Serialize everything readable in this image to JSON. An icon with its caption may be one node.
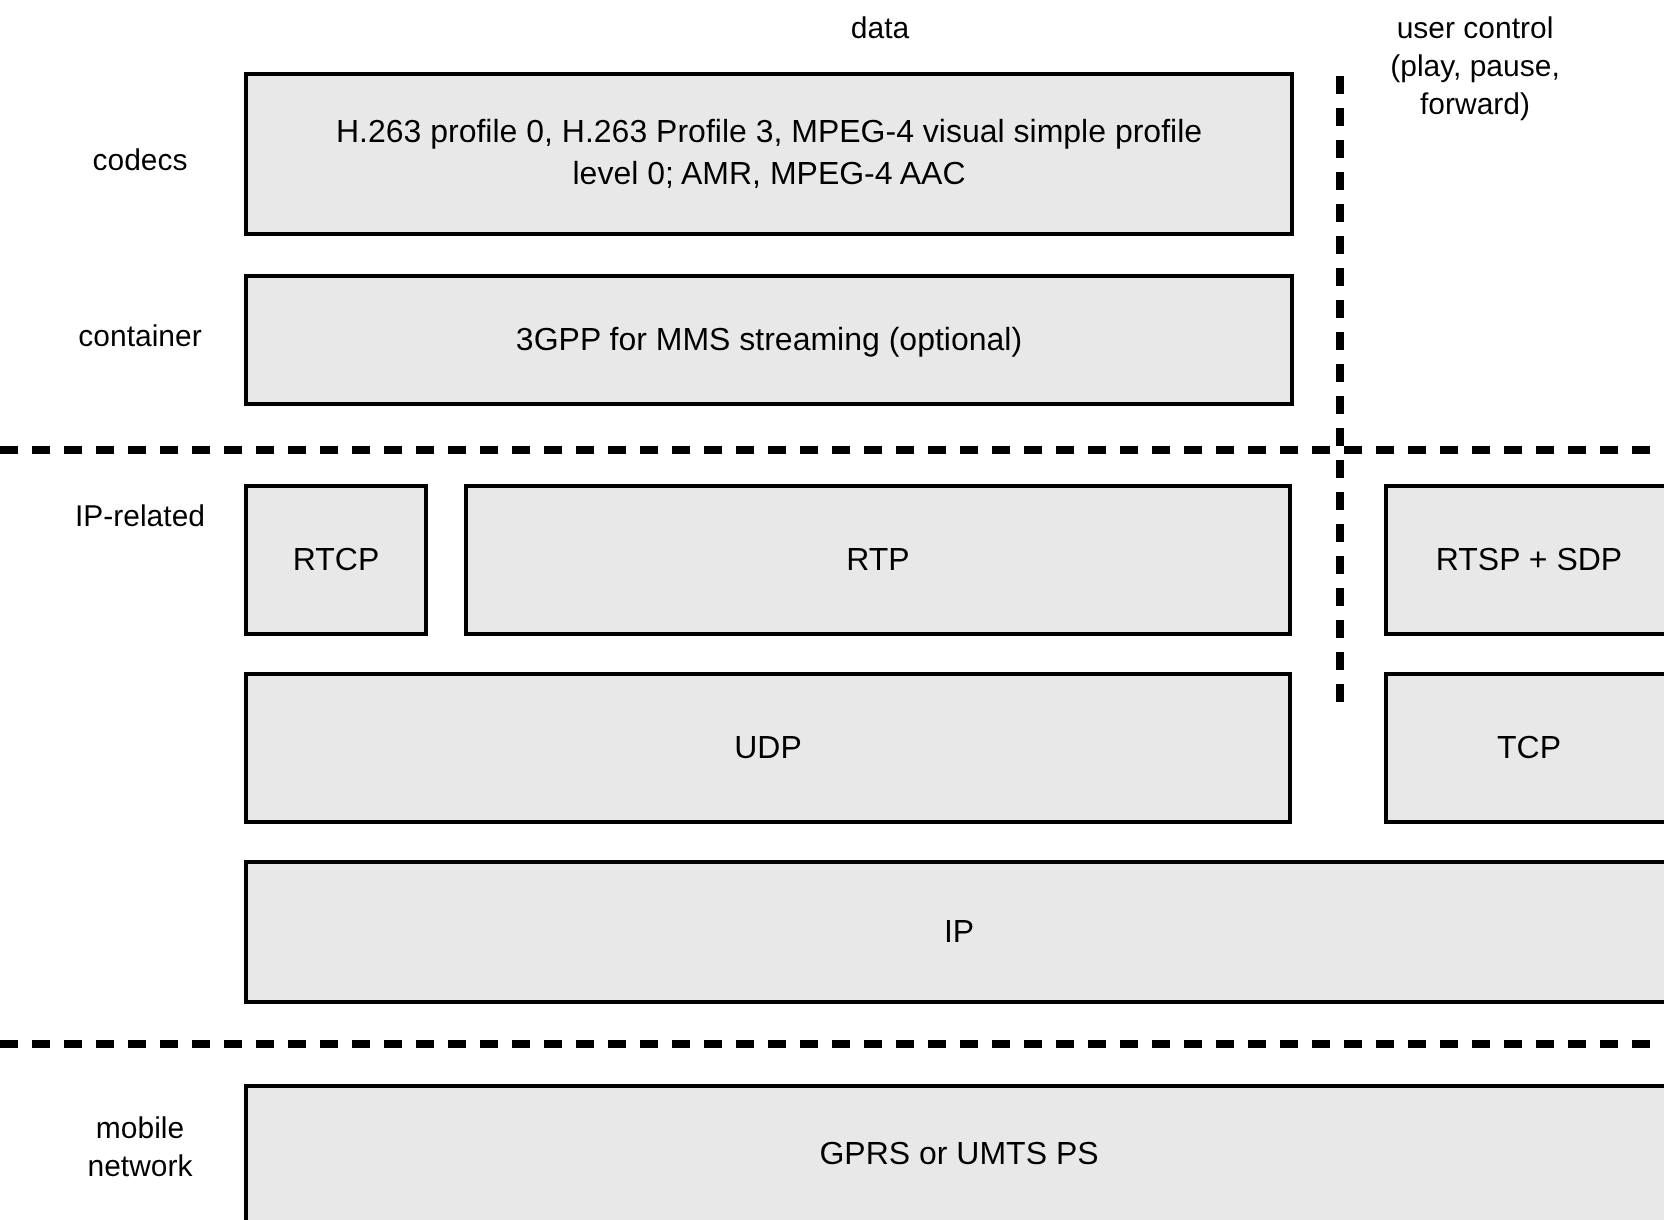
{
  "diagram": {
    "nodes": [
      {
        "text": [
          "H.263 profile 0, H.263 Profile 3, MPEG-4 visual simple profile level 0; AMR, MPEG-4 AAC"
        ]
      },
      {
        "text": [
          "3GPP for MMS streaming (optional)"
        ]
      },
      {
        "text": [
          "RTCP"
        ]
      },
      {
        "text": [
          "RTP"
        ]
      },
      {
        "text": [
          "RTSP + SDP"
        ]
      },
      {
        "text": [
          "UDP"
        ]
      },
      {
        "text": [
          "TCP"
        ]
      },
      {
        "text": [
          "IP"
        ]
      },
      {
        "text": [
          "GPRS or UMTS PS"
        ]
      }
    ],
    "edges": [],
    "labels": [
      "data",
      "user control (play, pause, forward)",
      "codecs",
      "container",
      "IP-related",
      "mobile network"
    ]
  }
}
